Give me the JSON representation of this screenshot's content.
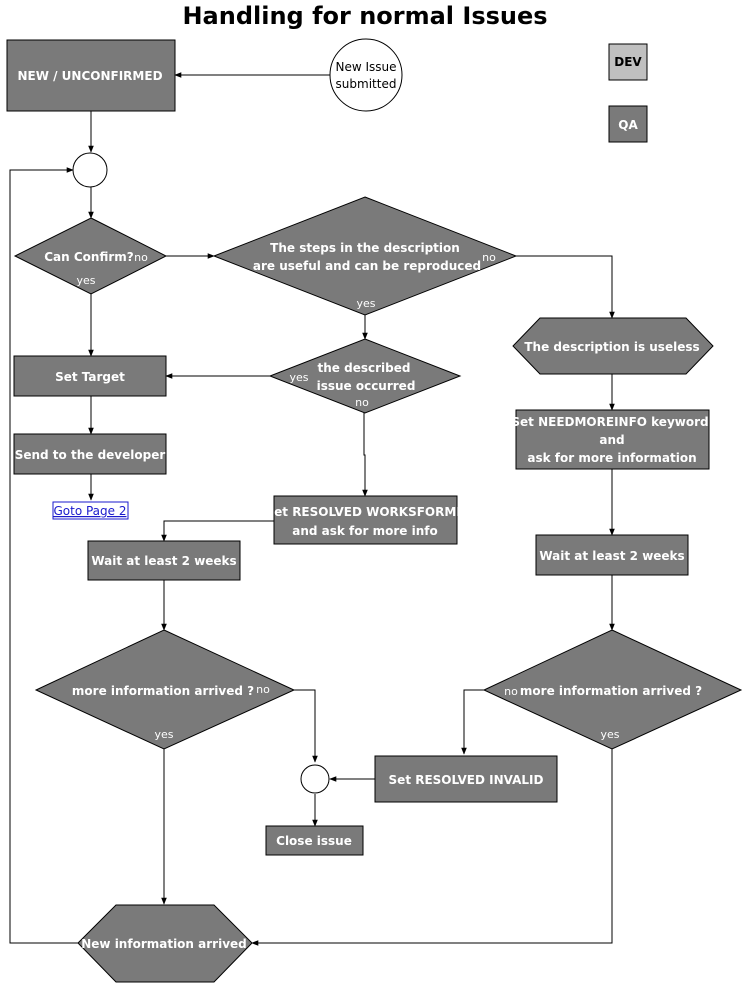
{
  "title": "Handling for normal Issues",
  "legend": {
    "dev": {
      "label": "DEV",
      "color": "#c0c0c0"
    },
    "qa": {
      "label": "QA",
      "color": "#7a7a7a"
    }
  },
  "nodes": {
    "new_unconfirmed": "NEW / UNCONFIRMED",
    "new_issue_line1": "New Issue",
    "new_issue_line2": "submitted",
    "can_confirm": "Can Confirm?",
    "steps_line1": "The steps in the description",
    "steps_line2": "are useful and can be reproduced",
    "description_useless": "The description is useless",
    "set_target": "Set Target",
    "described_line1": "the described",
    "described_line2": "issue occurred",
    "needmoreinfo_line1": "Set NEEDMOREINFO keyword",
    "needmoreinfo_line2": "and",
    "needmoreinfo_line3": "ask for more information",
    "send_developer": "Send to the developer",
    "goto_page2": "Goto Page 2",
    "worksforme_line1": "Set RESOLVED WORKSFORME",
    "worksforme_line2": "and ask for more info",
    "wait_left": "Wait at least 2 weeks",
    "wait_right": "Wait at least 2 weeks",
    "more_info_left": "more information arrived ?",
    "more_info_right": "more information arrived ?",
    "resolved_invalid": "Set RESOLVED INVALID",
    "close_issue": "Close issue",
    "new_info_arrived": "New information arrived"
  },
  "edge_labels": {
    "yes": "yes",
    "no": "no"
  },
  "colors": {
    "shape_fill": "#7a7a7a",
    "dev_fill": "#c0c0c0",
    "link": "#1a1acc"
  }
}
